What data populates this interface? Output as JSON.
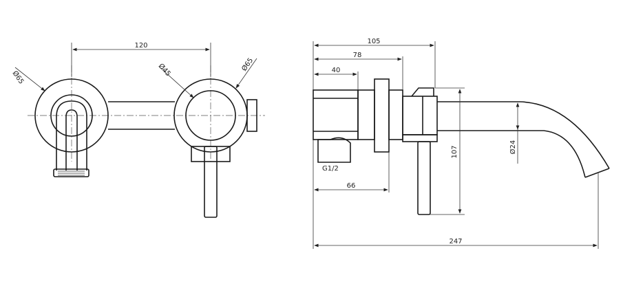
{
  "front_view": {
    "spacing": "120",
    "diam_left": "Ø65",
    "diam_inner": "Ø45",
    "diam_right": "Ø65"
  },
  "side_view": {
    "length_105": "105",
    "length_78": "78",
    "length_40": "40",
    "thread": "G1/2",
    "depth_66": "66",
    "height_107": "107",
    "spout_diam": "Ø24",
    "total_247": "247"
  },
  "colors": {
    "line": "#1a1a1a",
    "background": "#ffffff"
  }
}
